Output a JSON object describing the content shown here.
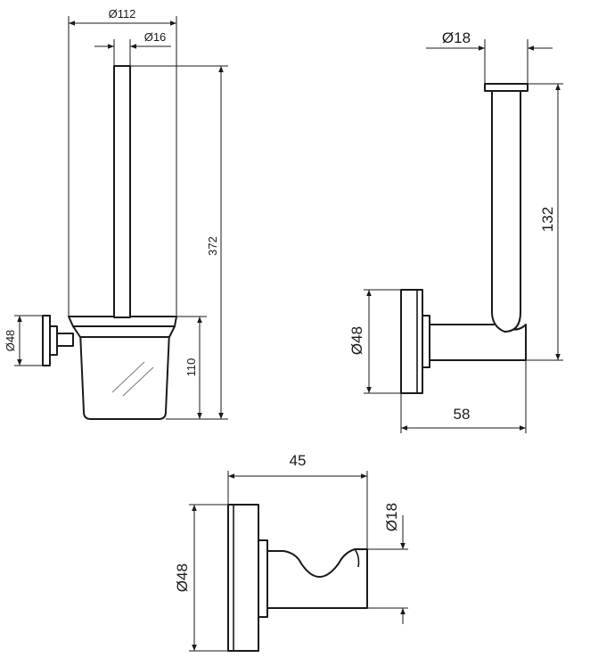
{
  "drawings": {
    "brush_holder": {
      "dims": {
        "cup_diameter": "Ø112",
        "handle_diameter": "Ø16",
        "total_height": "372",
        "cup_height": "110",
        "rose_diameter": "Ø48"
      }
    },
    "spare_roll_holder": {
      "dims": {
        "rod_diameter": "Ø18",
        "rod_height": "132",
        "rose_diameter": "Ø48",
        "projection": "58"
      }
    },
    "robe_hook": {
      "dims": {
        "projection": "45",
        "rose_diameter": "Ø48",
        "hook_diameter": "Ø18"
      }
    }
  },
  "colors": {
    "line": "#1a1a1a",
    "glass_hatch": "#7a7a7a",
    "background": "#ffffff"
  }
}
